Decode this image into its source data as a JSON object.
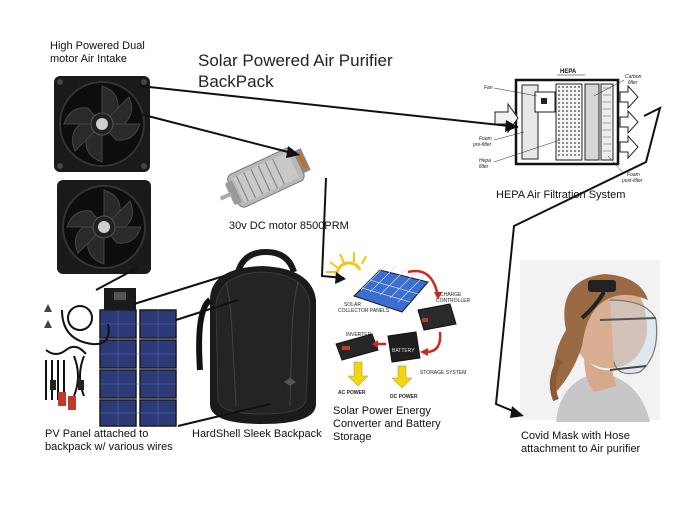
{
  "title_line1": "Solar Powered Air Purifier",
  "title_line2": "BackPack",
  "labels": {
    "fan_line1": "High Powered Dual",
    "fan_line2": "motor Air Intake",
    "motor": "30v DC motor 8500PRM",
    "hepa": "HEPA Air Filtration System",
    "panel_line1": "PV Panel attached to",
    "panel_line2": "backpack w/ various wires",
    "backpack": "HardShell Sleek Backpack",
    "storage_line1": "Solar Power Energy",
    "storage_line2": "Converter and Battery",
    "storage_line3": "Storage",
    "mask_line1": "Covid Mask with Hose",
    "mask_line2": "attachment to Air purifier"
  },
  "hepa_diagram": {
    "heading": "HEPA",
    "fan": "Fan",
    "foam_pre": "Foam",
    "foam_pre2": "pre-filter",
    "hepa_filter": "Hepa",
    "hepa_filter2": "filter",
    "carbon": "Carbon",
    "carbon2": "filter",
    "foam_post": "Foam",
    "foam_post2": "post-filter"
  },
  "energy_diagram": {
    "solar": "SOLAR",
    "solar2": "COLLECTOR PANELS",
    "charge": "CHARGE",
    "charge2": "CONTROLLER",
    "inverter": "INVERTER",
    "battery": "BATTERY",
    "battery2": "STORAGE SYSTEM",
    "ac": "AC POWER",
    "dc": "DC POWER"
  }
}
